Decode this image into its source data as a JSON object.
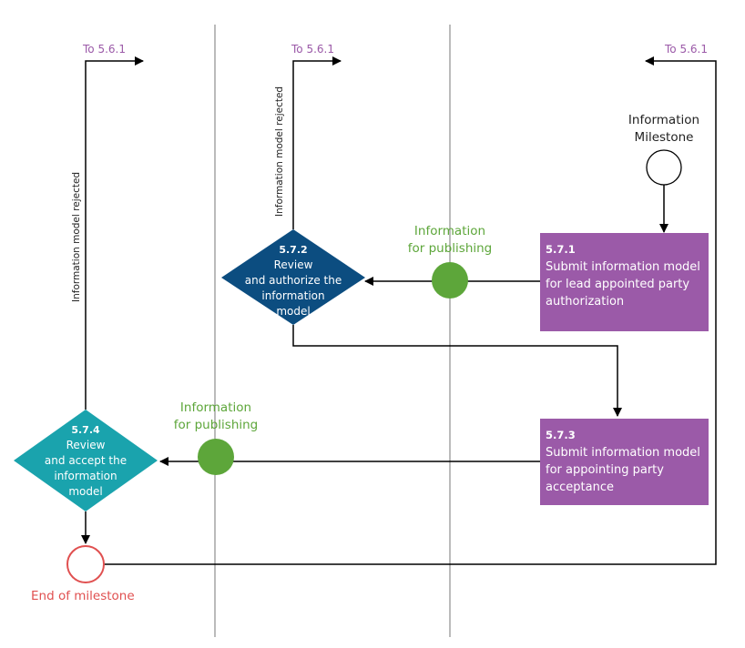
{
  "links": {
    "to_left": "To 5.6.1",
    "to_middle": "To 5.6.1",
    "to_right": "To 5.6.1"
  },
  "rejected": {
    "left": "Information model rejected",
    "middle": "Information model rejected"
  },
  "milestone": {
    "label": "Information\nMilestone"
  },
  "events": {
    "publishing_upper": "Information\nfor publishing",
    "publishing_lower": "Information\nfor publishing",
    "end": "End of milestone"
  },
  "tasks": {
    "t571": {
      "id": "5.7.1",
      "text": "Submit information model for lead appointed party authorization"
    },
    "t573": {
      "id": "5.7.3",
      "text": "Submit information model for appointing party acceptance"
    }
  },
  "gateways": {
    "g572": {
      "id": "5.7.2",
      "text": "Review\nand authorize the\ninformation\nmodel"
    },
    "g574": {
      "id": "5.7.4",
      "text": "Review\nand accept the\ninformation\nmodel"
    }
  },
  "colors": {
    "task_fill": "#9b5aa8",
    "gateway_authorize": "#0c4d80",
    "gateway_accept": "#1aa3ad",
    "event_green": "#5da63a",
    "end_red": "#e05050",
    "link_purple": "#9b5aa8"
  }
}
